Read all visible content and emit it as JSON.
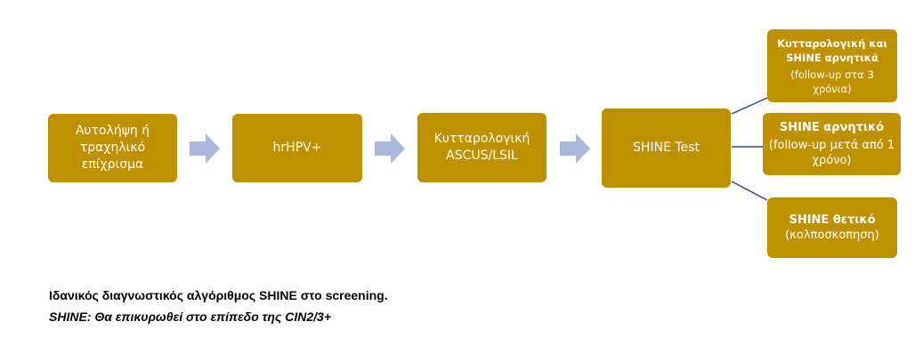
{
  "flow": [
    {
      "label": "Αυτολήψη ή τραχηλικό επίχρισμα"
    },
    {
      "label": "hrHPV+"
    },
    {
      "label": "Κυτταρολογική ASCUS/LSIL"
    },
    {
      "label": "SHINE Test"
    }
  ],
  "outcomes": [
    {
      "title": "Κυτταρολογική και SHINE αρνητικά",
      "sub": "(follow-up στα 3 χρόνια)"
    },
    {
      "title": "SHINE αρνητικό",
      "sub": "(follow-up μετά από 1 χρόνο)"
    },
    {
      "title": "SHINE θετικό",
      "sub": "(κολποσκοπηση)"
    }
  ],
  "caption": {
    "line1": "Ιδανικός διαγνωστικός αλγόριθμος SHINE στο screening.",
    "line2": "SHINE: Θα επικυρωθεί στο επίπεδο της CIN2/3+"
  },
  "colors": {
    "box": "#bf9000",
    "arrow": "#a9b8dc",
    "line": "#2f4a7a"
  }
}
